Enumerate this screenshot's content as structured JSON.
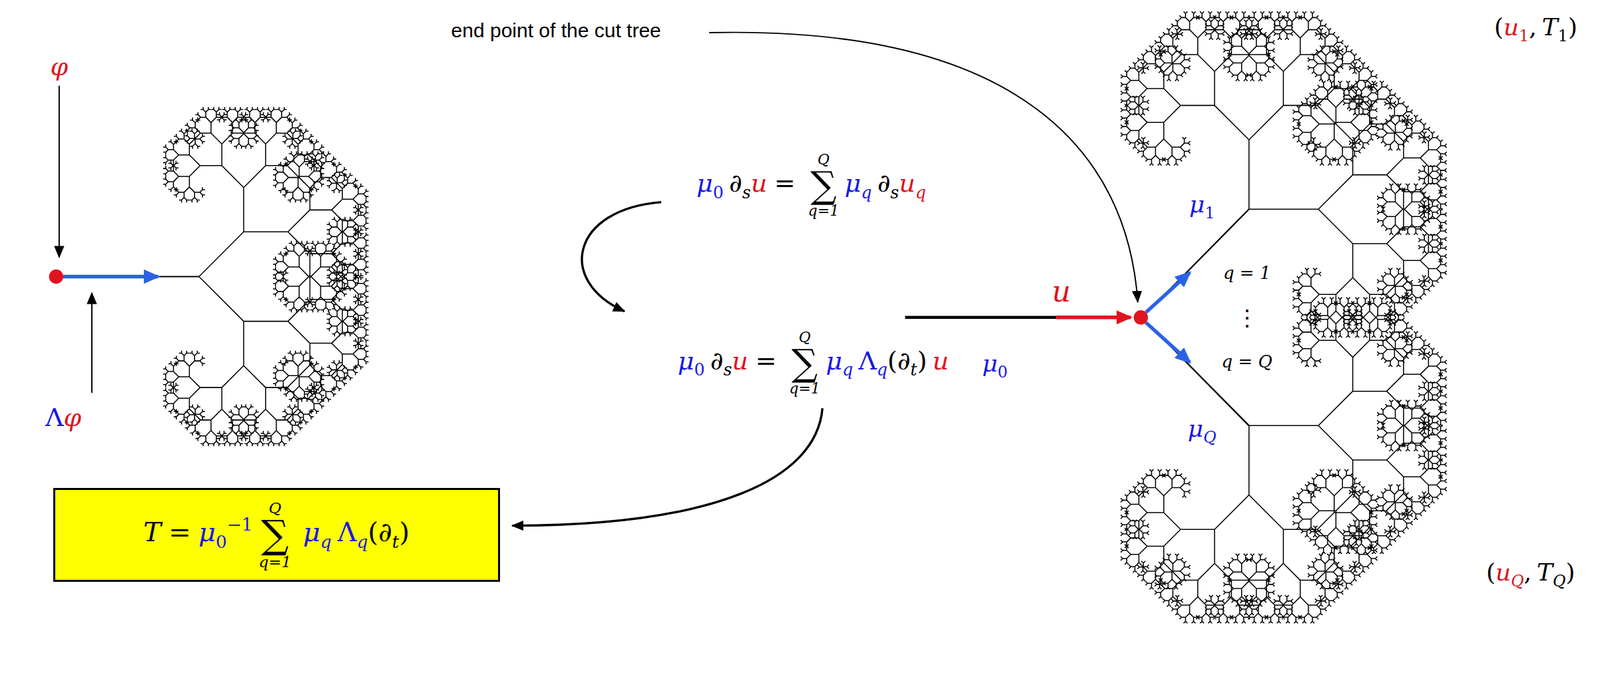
{
  "diagram": {
    "nodes": [
      {
        "text": [
          "T",
          "=",
          "μ",
          "0",
          "−1",
          "Q",
          "∑",
          "q=1",
          "μ",
          "q",
          "Λ",
          "q",
          "(∂",
          "t",
          ")"
        ]
      }
    ],
    "labels": [
      "φ",
      "end point of the cut tree",
      "μ",
      "0",
      "∂",
      "s",
      "u",
      "=",
      "Q",
      "∑",
      "q=1",
      "μ",
      "q",
      "∂",
      "s",
      "u",
      "q",
      "(",
      "u",
      "1",
      ",",
      "T",
      "1",
      ")",
      "μ",
      "1",
      "q = 1",
      "u",
      "μ",
      "0",
      "⋮",
      "q = Q",
      "μ",
      "Q",
      "μ",
      "0",
      "∂",
      "s",
      "u",
      "=",
      "Q",
      "∑",
      "q=1",
      "μ",
      "q",
      "Λ",
      "q",
      "(∂",
      "t",
      ")",
      "u",
      "Λ",
      "φ",
      "(",
      "u",
      "Q",
      ",",
      "T",
      "Q",
      ")"
    ]
  }
}
